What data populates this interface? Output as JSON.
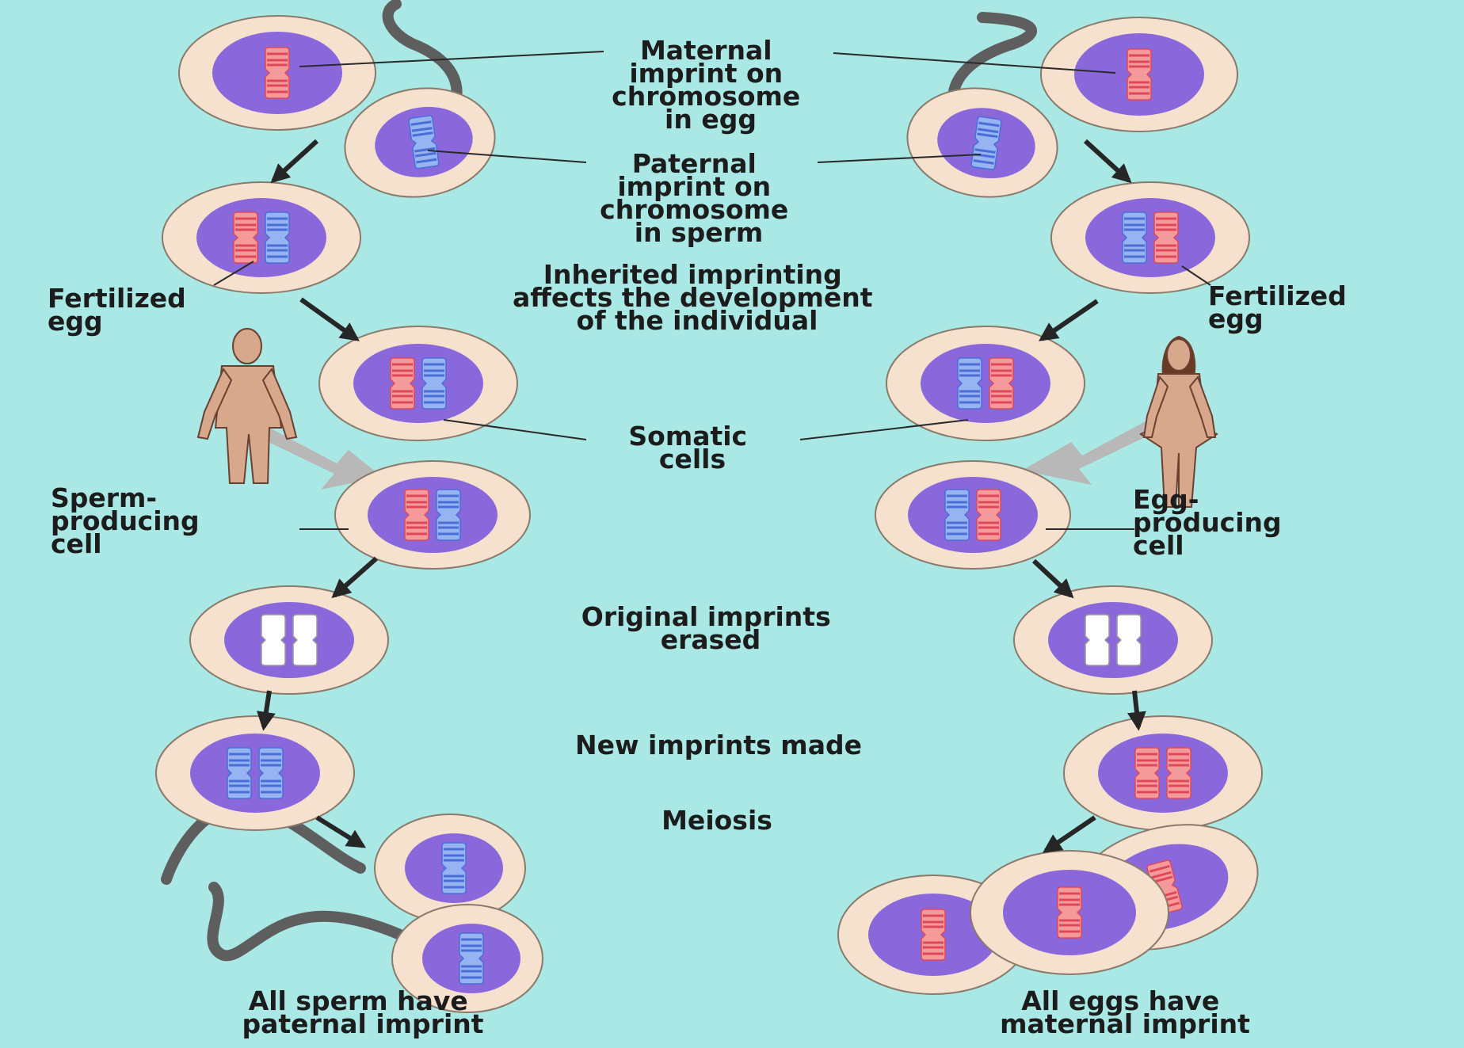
{
  "colors": {
    "background": "#a9e8e4",
    "cell_fill": "#f6e1cf",
    "cell_stroke": "#8a7a6a",
    "nucleus": "#8a68dc",
    "maternal": "#f59a9a",
    "maternal_band": "#e0485a",
    "paternal": "#96b3f2",
    "paternal_band": "#4a6ed8",
    "erased": "#ffffff",
    "tail": "#5e5e5e",
    "big_arrow": "#b8b8b8"
  },
  "labels": {
    "maternal_imprint": [
      "Maternal",
      "imprint on",
      "chromosome",
      "in egg"
    ],
    "paternal_imprint": [
      "Paternal",
      "imprint on",
      "chromosome",
      "in sperm"
    ],
    "inherited": [
      "Inherited imprinting",
      "affects the development",
      "of the individual"
    ],
    "fertilized_left": [
      "Fertilized",
      "egg"
    ],
    "fertilized_right": [
      "Fertilized",
      "egg"
    ],
    "somatic": [
      "Somatic",
      "cells"
    ],
    "sperm_producing": [
      "Sperm-",
      "producing",
      "cell"
    ],
    "egg_producing": [
      "Egg-",
      "producing",
      "cell"
    ],
    "erased": [
      "Original imprints",
      "erased"
    ],
    "new_imprints": "New imprints made",
    "meiosis": "Meiosis",
    "all_sperm": [
      "All sperm have",
      "paternal imprint"
    ],
    "all_eggs": [
      "All eggs have",
      "maternal imprint"
    ]
  },
  "figures": {
    "male": "male-figure",
    "female": "female-figure"
  }
}
